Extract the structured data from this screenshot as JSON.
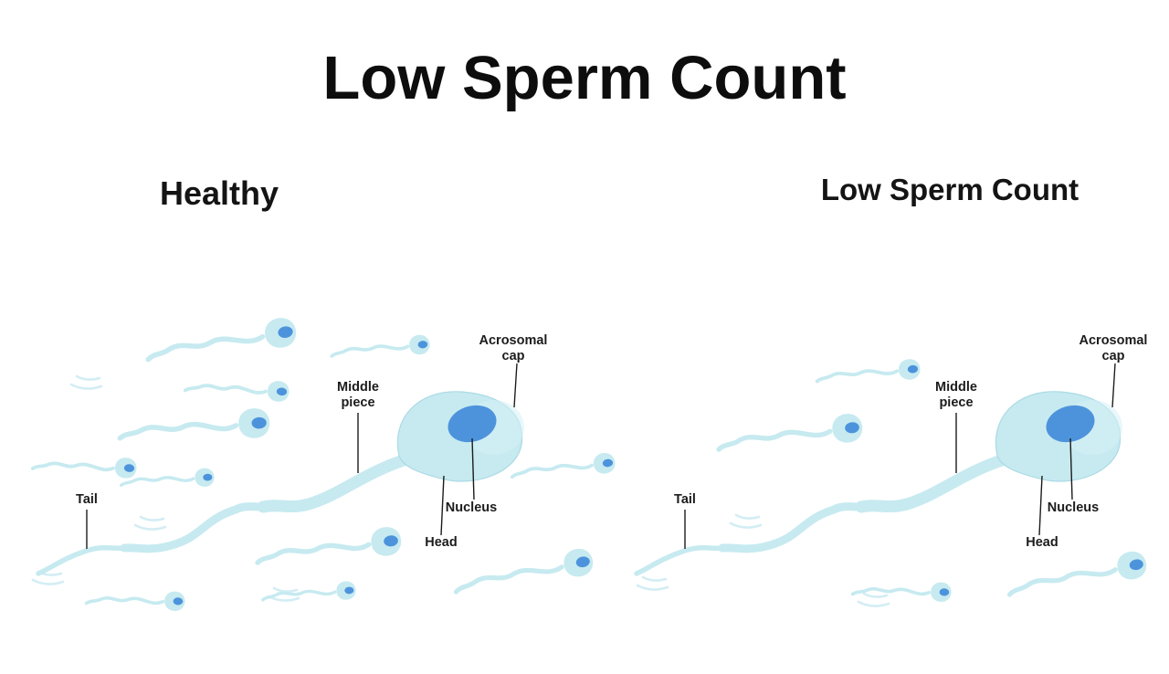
{
  "title": "Low Sperm Count",
  "panels": {
    "left": {
      "heading": "Healthy"
    },
    "right": {
      "heading": "Low Sperm Count"
    }
  },
  "labels": {
    "acrosomal_line1": "Acrosomal",
    "acrosomal_line2": "cap",
    "middle_line1": "Middle",
    "middle_line2": "piece",
    "nucleus": "Nucleus",
    "head": "Head",
    "tail": "Tail"
  },
  "colors": {
    "sperm_body": "#c6eaf0",
    "sperm_outline": "#abdae4",
    "nucleus": "#4d93dc",
    "motion_arc": "#d3edf4",
    "text": "#1c1c1c",
    "background": "#ffffff"
  }
}
